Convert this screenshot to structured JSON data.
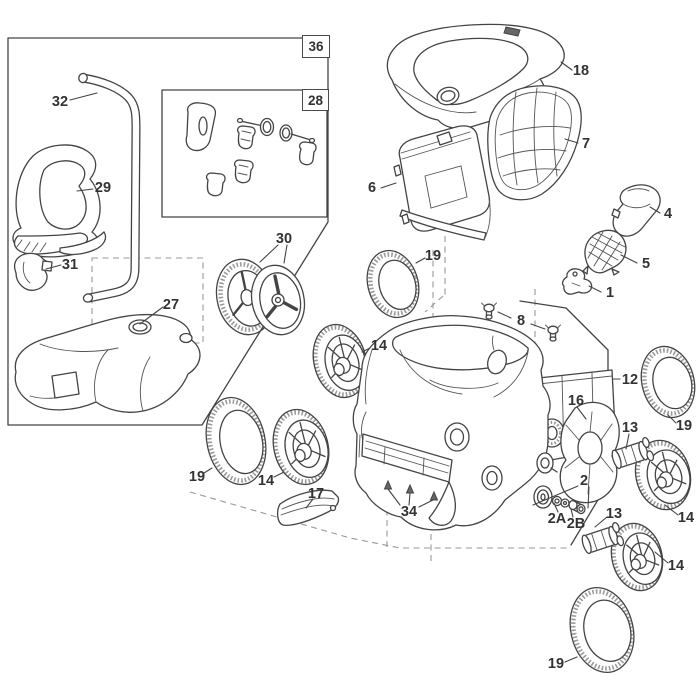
{
  "diagram": {
    "kind": "exploded-parts-diagram",
    "background_color": "#ffffff",
    "line_color": "#444444",
    "label_color": "#333333"
  },
  "labels": {
    "box36": "36",
    "box28": "28",
    "handle32": "32",
    "frame29": "29",
    "bracket31": "31",
    "caddy27": "27",
    "wheels30": "30",
    "cover18": "18",
    "basket7": "7",
    "canister6": "6",
    "nozzle4": "4",
    "screen5": "5",
    "fitting1": "1",
    "tire19_top": "19",
    "screws8": "8",
    "assembly12": "12",
    "plate16": "16",
    "coupler13_upper": "13",
    "wheel14_midleft": "14",
    "axle2": "2",
    "washer2A": "2A",
    "screw2B": "2B",
    "coupler13_lower": "13",
    "tire19_right": "19",
    "wheel14_right": "14",
    "tire19_left": "19",
    "wheel14_left": "14",
    "blade17": "17",
    "screws34": "34",
    "wheel14_bottom": "14",
    "tire19_bottom": "19"
  }
}
